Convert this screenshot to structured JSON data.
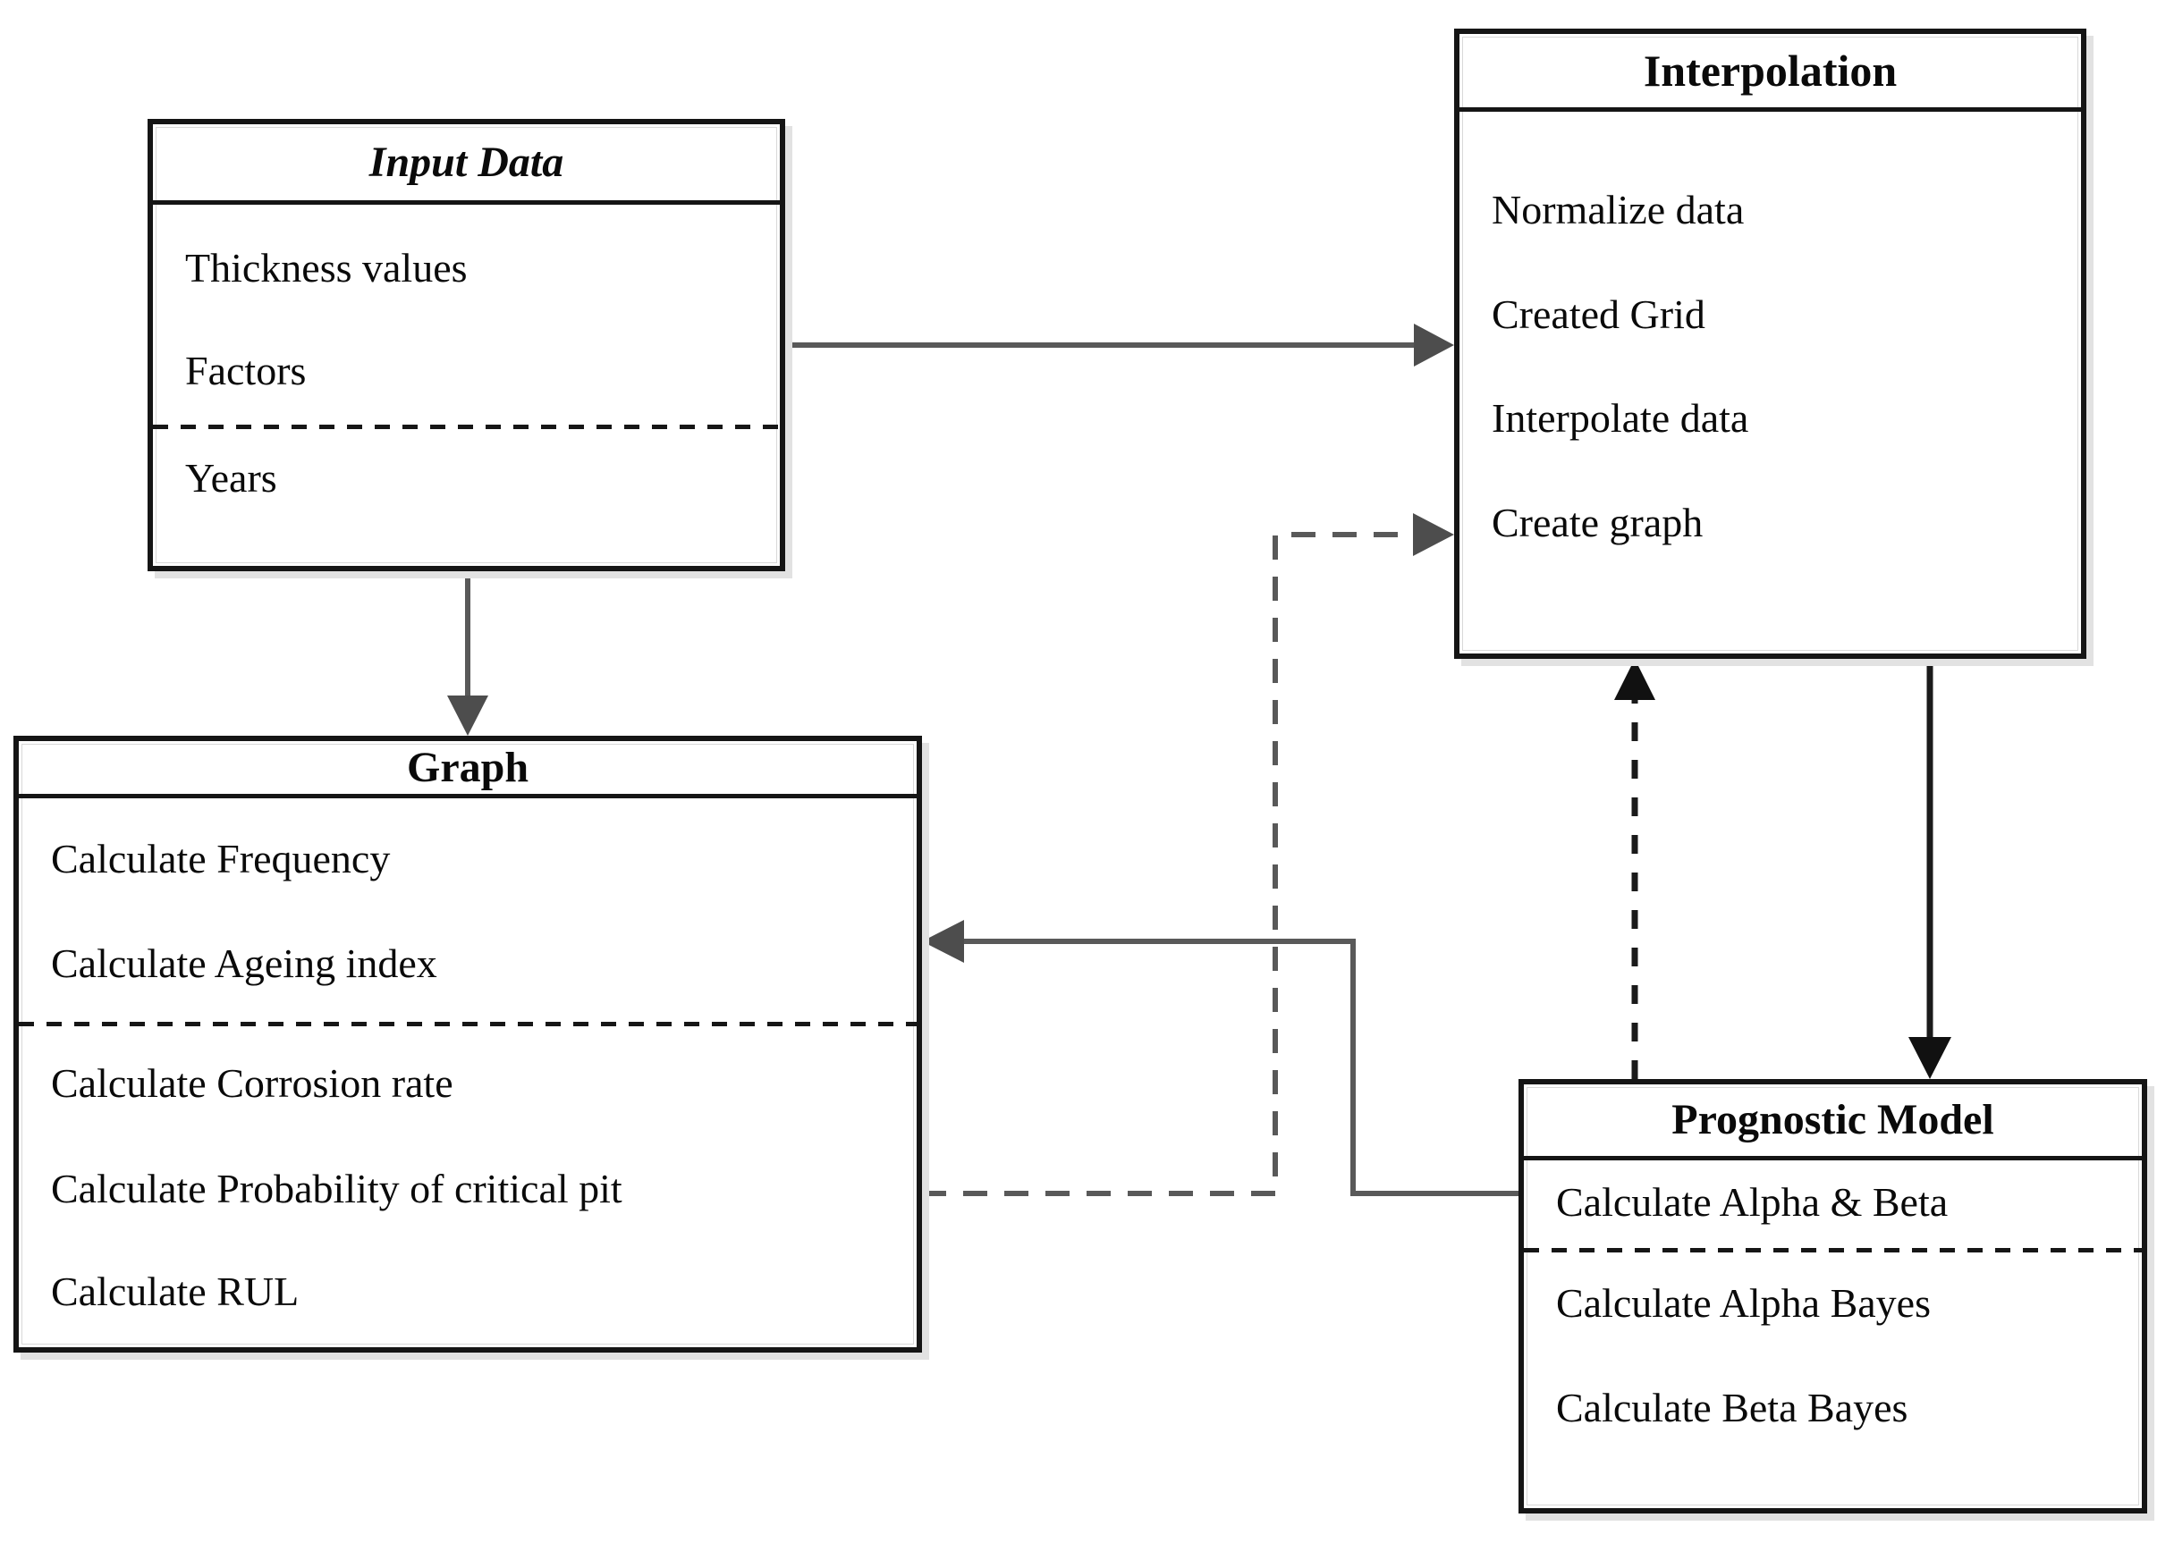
{
  "boxes": {
    "input_data": {
      "title": "Input Data",
      "items": [
        "Thickness values",
        "Factors",
        "Years"
      ],
      "divider_after_item": 2
    },
    "interpolation": {
      "title": "Interpolation",
      "items": [
        "Normalize data",
        "Created Grid",
        "Interpolate data",
        "Create graph"
      ],
      "divider_after_item": null
    },
    "graph": {
      "title": "Graph",
      "items": [
        "Calculate Frequency",
        "Calculate Ageing index",
        "Calculate Corrosion rate",
        "Calculate Probability of critical pit",
        "Calculate RUL"
      ],
      "divider_after_item": 2
    },
    "prognostic_model": {
      "title": "Prognostic Model",
      "items": [
        "Calculate Alpha & Beta",
        "Calculate Alpha Bayes",
        "Calculate Beta Bayes"
      ],
      "divider_after_item": 1
    }
  },
  "connectors": [
    {
      "from": "input_data",
      "to": "interpolation",
      "line": "solid",
      "color": "#595959"
    },
    {
      "from": "input_data",
      "to": "graph",
      "line": "solid",
      "color": "#595959"
    },
    {
      "from": "interpolation",
      "to": "prognostic_model",
      "line": "solid",
      "color": "#1a1a1a"
    },
    {
      "from": "prognostic_model",
      "to": "interpolation",
      "line": "dashed",
      "color": "#1a1a1a"
    },
    {
      "from": "prognostic_model",
      "to": "graph",
      "line": "solid",
      "color": "#595959"
    },
    {
      "from": "graph",
      "to": "interpolation",
      "line": "dashed",
      "color": "#595959"
    }
  ],
  "colors": {
    "background": "#ffffff",
    "box_border": "#151515",
    "text": "#0a0a0a",
    "solid_connector_gray": "#595959",
    "solid_connector_black": "#1a1a1a",
    "shadow": "#e2e2e2"
  }
}
